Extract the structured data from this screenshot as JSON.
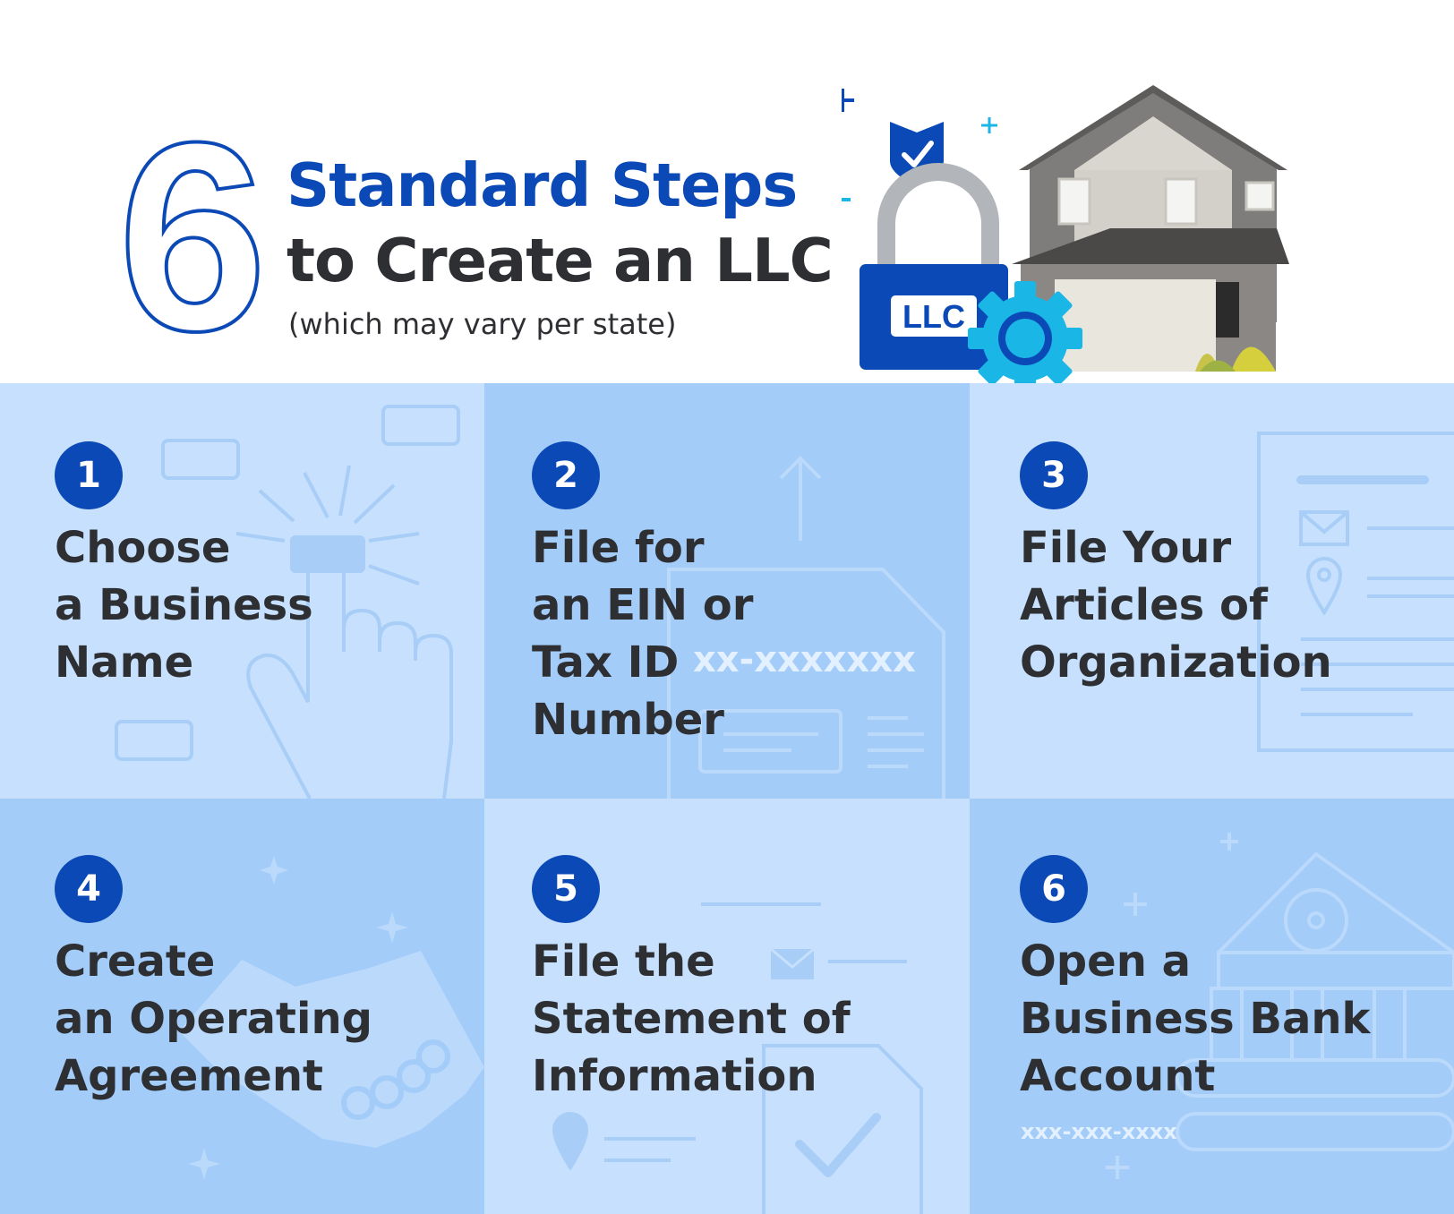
{
  "header": {
    "big_number": "6",
    "title_line1": "Standard Steps",
    "title_line2": "to Create an LLC",
    "subtitle": "(which may vary per state)",
    "lock_label": "LLC"
  },
  "colors": {
    "brand_blue": "#0b49b7",
    "cyan": "#1ab6e6",
    "text_dark": "#2d2f33",
    "tile_light": "#c6e0fd",
    "tile_mid": "#a3ccf9"
  },
  "steps": [
    {
      "number": "1",
      "title": "Choose\na Business\nName",
      "icon": "pointing-hand-icon"
    },
    {
      "number": "2",
      "title": "File for\nan EIN or\nTax ID\nNumber",
      "icon": "tax-document-icon",
      "ghost_text": "xx-xxxxxxx"
    },
    {
      "number": "3",
      "title": "File Your\nArticles of\nOrganization",
      "icon": "articles-document-icon"
    },
    {
      "number": "4",
      "title": "Create\nan Operating\nAgreement",
      "icon": "handshake-icon"
    },
    {
      "number": "5",
      "title": "File the\nStatement of\nInformation",
      "icon": "statement-document-icon"
    },
    {
      "number": "6",
      "title": "Open a\nBusiness Bank\nAccount",
      "icon": "bank-icon",
      "ghost_text": "xxx-xxx-xxxx"
    }
  ]
}
